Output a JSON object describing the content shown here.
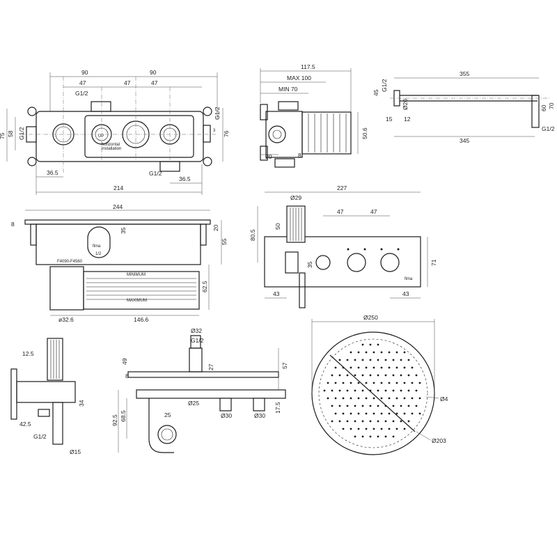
{
  "views": {
    "body_top": {
      "w_214": "214",
      "l90": "90",
      "r90": "90",
      "l47": "47",
      "m47": "47",
      "r47": "47",
      "g12_top": "G1/2",
      "g12_left": "G1/2",
      "g12_right": "G1/2",
      "g12_bot": "G1/2",
      "h75": "75",
      "h58": "58",
      "h76": "76",
      "h3": "3",
      "l365": "36.5",
      "r365": "36.5",
      "lbl_horiz": "horizontal",
      "lbl_install": "installation",
      "lbl_up": "UP"
    },
    "body_side": {
      "w1175": "117.5",
      "max100": "MAX 100",
      "min70": "MIN 70",
      "h506": "50.6",
      "w20": "20",
      "w8": "8"
    },
    "arm": {
      "w355": "355",
      "w345": "345",
      "g12": "G1/2",
      "g12b": "G1/2",
      "h45": "45",
      "d20": "Ø20",
      "h60": "60",
      "h70": "70",
      "h15": "15",
      "h12": "12"
    },
    "body_front": {
      "w244": "244",
      "h8": "8",
      "h35": "35",
      "h20": "20",
      "h55": "55",
      "h625": "62.5",
      "d326": "ø32.6",
      "w1466": "146.6",
      "model": "F4090-F4560",
      "minimum": "MINIMUM",
      "maximum": "MAXIMUM",
      "brand": "fima",
      "frac": "1/2"
    },
    "plate": {
      "w227": "227",
      "d29": "Ø29",
      "l47": "47",
      "r47": "47",
      "h805": "80.5",
      "h50": "50",
      "h35": "35",
      "h71": "71",
      "l43": "43",
      "r43": "43",
      "brand": "fima"
    },
    "elbow": {
      "w125": "12.5",
      "h34": "34",
      "w425": "42.5",
      "g12": "G1/2",
      "d15": "Ø15"
    },
    "head_side": {
      "d32": "Ø32",
      "g12": "G1/2",
      "h49": "49",
      "h8": "8",
      "h27": "27",
      "h57": "57",
      "h925": "92.5",
      "h685": "68.5",
      "w25": "25",
      "d25": "Ø25",
      "d30a": "Ø30",
      "d30b": "Ø30",
      "h175": "17.5"
    },
    "head_top": {
      "d250": "Ø250",
      "d4": "Ø4",
      "d203": "Ø203"
    }
  }
}
